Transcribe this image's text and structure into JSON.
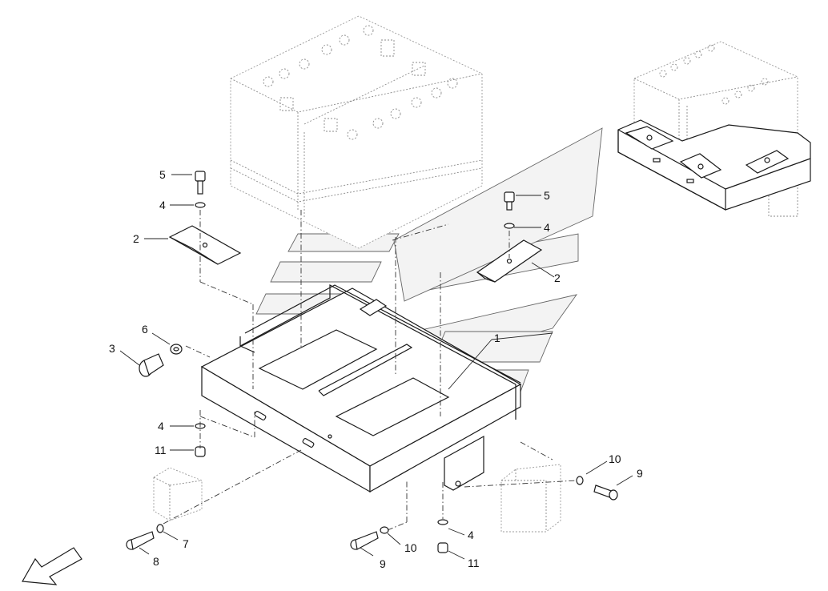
{
  "callouts": [
    {
      "id": "c5a",
      "label": "5"
    },
    {
      "id": "c4a",
      "label": "4"
    },
    {
      "id": "c2a",
      "label": "2"
    },
    {
      "id": "c6",
      "label": "6"
    },
    {
      "id": "c3",
      "label": "3"
    },
    {
      "id": "c4b",
      "label": "4"
    },
    {
      "id": "c11a",
      "label": "11"
    },
    {
      "id": "c8",
      "label": "8"
    },
    {
      "id": "c7",
      "label": "7"
    },
    {
      "id": "c5b",
      "label": "5"
    },
    {
      "id": "c4c",
      "label": "4"
    },
    {
      "id": "c2b",
      "label": "2"
    },
    {
      "id": "c1",
      "label": "1"
    },
    {
      "id": "c10a",
      "label": "10"
    },
    {
      "id": "c9a",
      "label": "9"
    },
    {
      "id": "c9b",
      "label": "9"
    },
    {
      "id": "c10b",
      "label": "10"
    },
    {
      "id": "c4d",
      "label": "4"
    },
    {
      "id": "c11b",
      "label": "11"
    }
  ],
  "icons": {
    "direction_arrow": "front-direction-arrow-icon"
  }
}
